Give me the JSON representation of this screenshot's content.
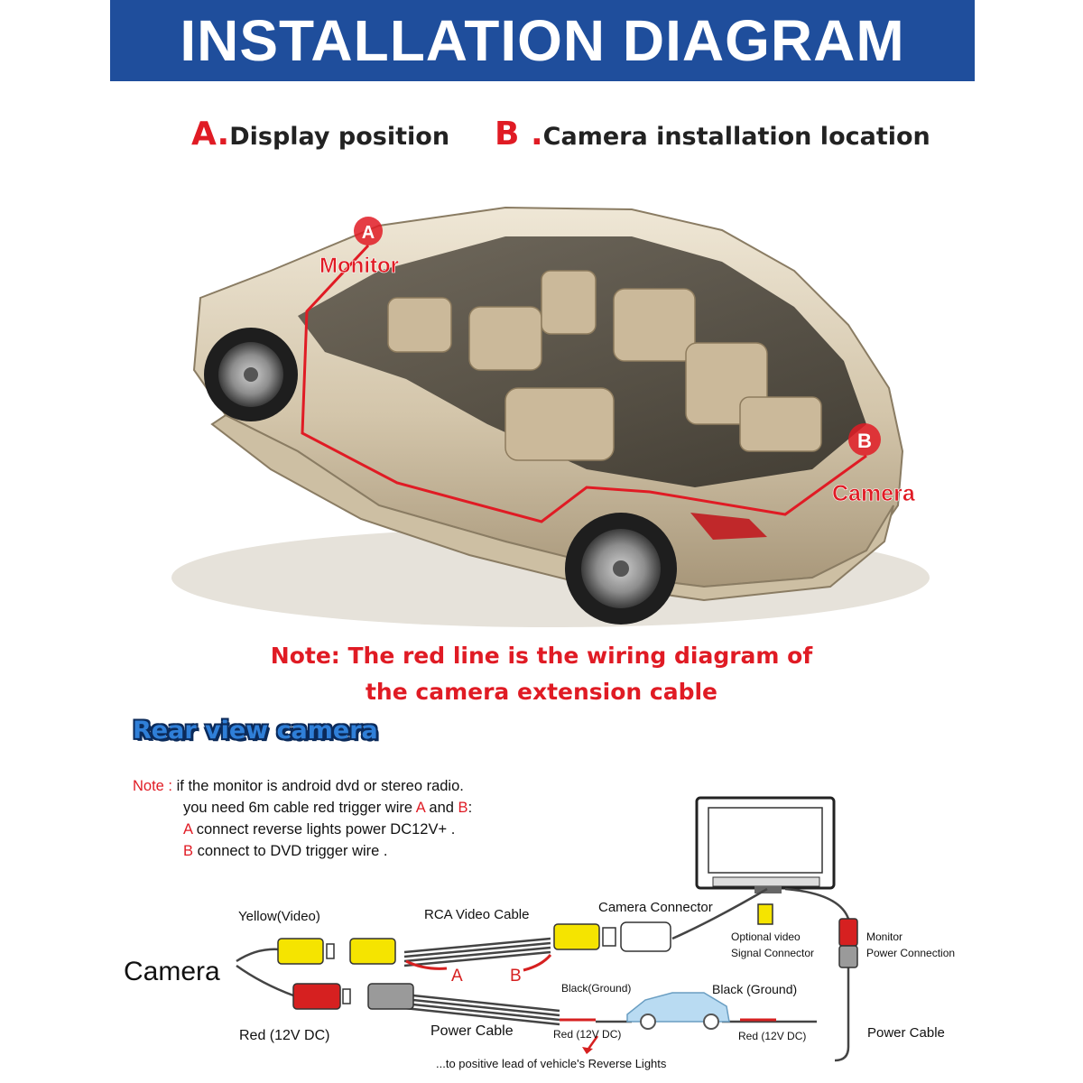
{
  "banner": {
    "title": "INSTALLATION DIAGRAM",
    "color": "#1f4e9c"
  },
  "legend": {
    "a": {
      "letter": "A.",
      "label": "Display position"
    },
    "b": {
      "letter": "B .",
      "label": "Camera installation location"
    }
  },
  "car_markers": {
    "a": {
      "letter": "A",
      "label": "Monitor"
    },
    "b": {
      "letter": "B",
      "label": "Camera"
    }
  },
  "note": {
    "line1": "Note: The red line is the wiring diagram of",
    "line2": "the camera extension cable"
  },
  "rear_view": {
    "title": "Rear view camera"
  },
  "small_note": {
    "prefix": "Note : ",
    "line1": "if the monitor is android dvd or stereo radio.",
    "line2_pre": "you need 6m cable red trigger wire ",
    "line2_a": "A",
    "line2_mid": " and ",
    "line2_b": "B",
    "line2_end": ":",
    "line3_letter": "A",
    "line3": " connect reverse lights power DC12V+ .",
    "line4_letter": "B",
    "line4": " connect to DVD trigger wire ."
  },
  "wiring": {
    "camera": "Camera",
    "yellow_video": "Yellow(Video)",
    "rca_cable": "RCA Video  Cable",
    "camera_connector": "Camera Connector",
    "optional_video_1": "Optional video",
    "optional_video_2": "Signal Connector",
    "monitor_power_1": "Monitor",
    "monitor_power_2": "Power Connection",
    "wire_a": "A",
    "wire_b": "B",
    "black_ground_1": "Black(Ground)",
    "black_ground_2": "Black (Ground)",
    "red_12v": "Red (12V DC)",
    "power_cable_1": "Power  Cable",
    "red_12v_2": "Red (12V DC)",
    "red_12v_3": "Red (12V DC)",
    "power_cable_2": "Power Cable",
    "reverse_lights": "...to positive lead of vehicle's Reverse Lights"
  },
  "colors": {
    "accent_red": "#e01b24",
    "yellow": "#f5e400",
    "grey_plug": "#9a9a9a",
    "red_plug": "#d62020",
    "car_body": "#d8cbb3"
  }
}
